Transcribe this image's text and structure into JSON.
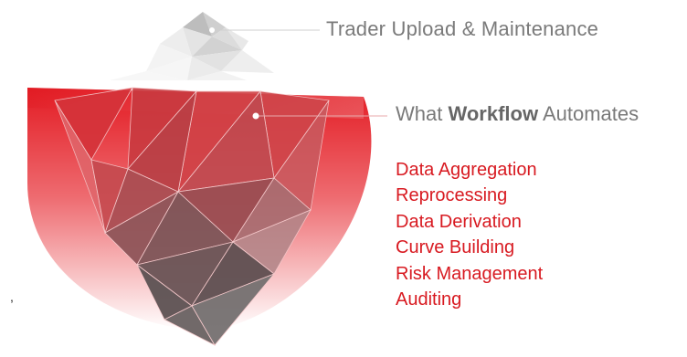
{
  "iceberg": {
    "above_label": "Trader Upload & Maintenance",
    "below_label_prefix": "What ",
    "below_label_emphasis": "Workflow",
    "below_label_suffix": " Automates",
    "items": [
      "Data Aggregation",
      "Reprocessing",
      "Data Derivation",
      "Curve Building",
      "Risk Management",
      "Auditing"
    ]
  },
  "stray_mark": ",",
  "colors": {
    "accent": "#d81a21",
    "label": "#7a7a7a",
    "tip": "#cfcfcf",
    "line": "#bdbdbd"
  }
}
